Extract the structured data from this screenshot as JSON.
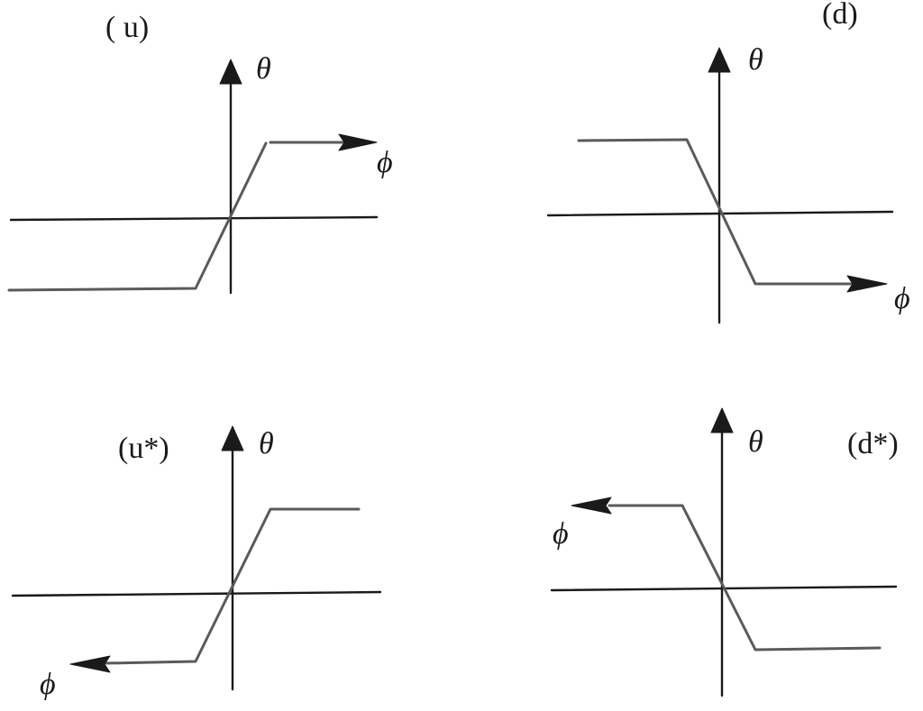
{
  "panels": {
    "u": {
      "label": "( u)",
      "theta": "θ",
      "phi": "ϕ"
    },
    "d": {
      "label": "(d)",
      "theta": "θ",
      "phi": "ϕ"
    },
    "u_star": {
      "label": "(u*)",
      "theta": "θ",
      "phi": "ϕ"
    },
    "d_star": {
      "label": "(d*)",
      "theta": "θ",
      "phi": "ϕ"
    }
  },
  "colors": {
    "axis": "#1a1a1a",
    "curve": "#5a5a5a",
    "background": "#ffffff"
  }
}
